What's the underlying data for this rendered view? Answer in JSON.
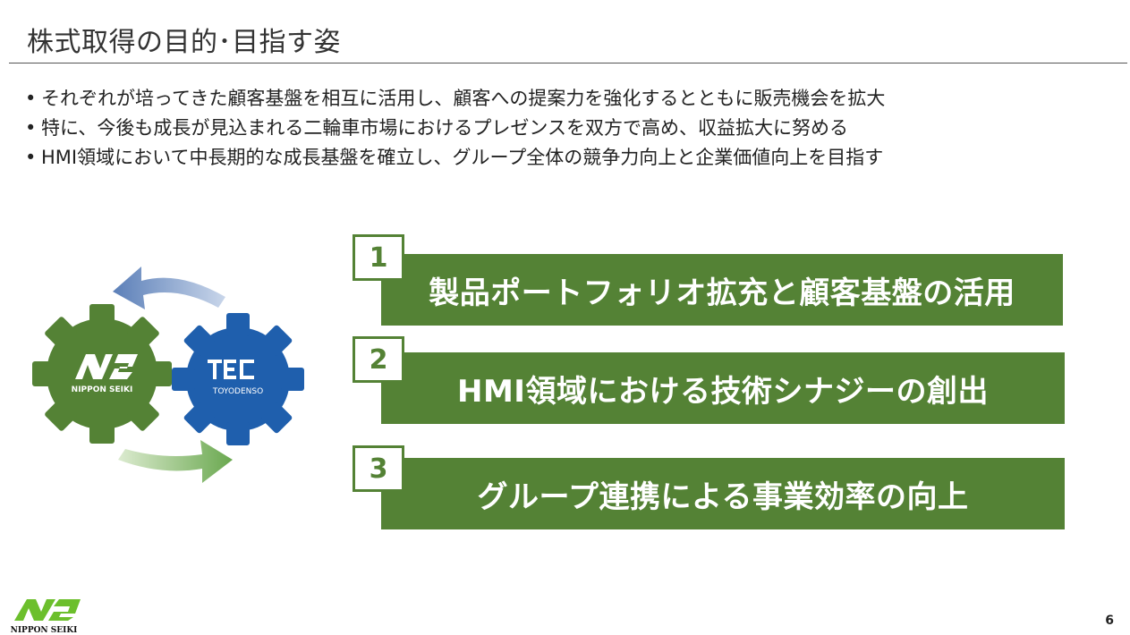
{
  "slide": {
    "title": "株式取得の目的･目指す姿",
    "page_number": "6"
  },
  "bullets": [
    "それぞれが培ってきた顧客基盤を相互に活用し、顧客への提案力を強化するとともに販売機会を拡大",
    "特に、今後も成長が見込まれる二輪車市場におけるプレゼンスを双方で高め、収益拡大に努める",
    "HMI領域において中長期的な成長基盤を確立し、グループ全体の競争力向上と企業価値向上を目指す"
  ],
  "bullet_marker": "•",
  "gears": {
    "left": {
      "brand": "NIPPON SEIKI",
      "color": "#548235"
    },
    "right": {
      "brand": "TOYODENSO",
      "color": "#1f5fad"
    }
  },
  "goals": [
    {
      "number": "1",
      "label": "製品ポートフォリオ拡充と顧客基盤の活用"
    },
    {
      "number": "2",
      "label": "HMI領域における技術シナジーの創出"
    },
    {
      "number": "3",
      "label": "グループ連携による事業効率の向上"
    }
  ],
  "footer": {
    "logo_text": "NIPPON SEIKI",
    "logo_color": "#6cbf2c"
  },
  "colors": {
    "accent_green": "#548235",
    "blue": "#1f5fad"
  }
}
